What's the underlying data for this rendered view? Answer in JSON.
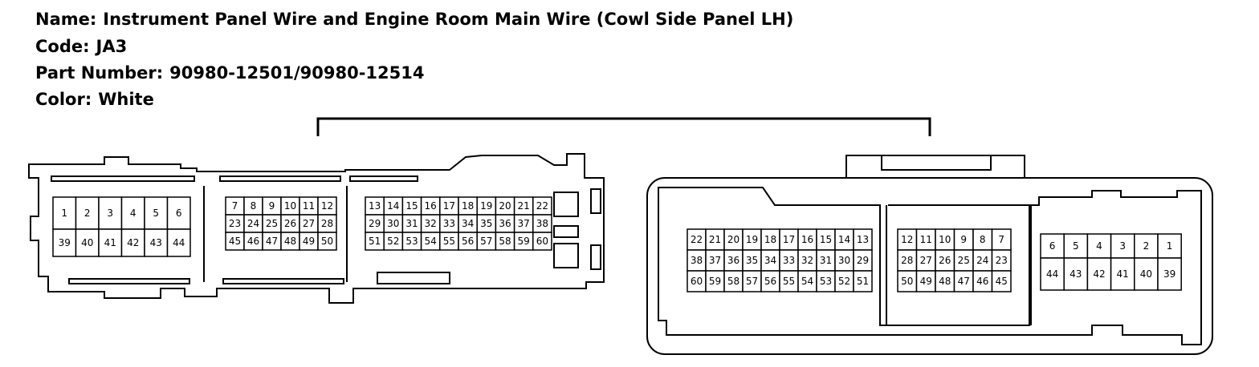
{
  "header": {
    "name_label": "Name:",
    "name_value": "Instrument Panel Wire and Engine Room Main Wire (Cowl Side Panel LH)",
    "code_label": "Code:",
    "code_value": "JA3",
    "part_label": "Part Number:",
    "part_value": "90980-12501/90980-12514",
    "color_label": "Color:",
    "color_value": "White"
  },
  "left_connector": {
    "block_a": {
      "rows": [
        [
          "1",
          "2",
          "3",
          "4",
          "5",
          "6"
        ],
        [
          "39",
          "40",
          "41",
          "42",
          "43",
          "44"
        ]
      ]
    },
    "block_b": {
      "rows": [
        [
          "7",
          "8",
          "9",
          "10",
          "11",
          "12"
        ],
        [
          "23",
          "24",
          "25",
          "26",
          "27",
          "28"
        ],
        [
          "45",
          "46",
          "47",
          "48",
          "49",
          "50"
        ]
      ]
    },
    "block_c": {
      "rows": [
        [
          "13",
          "14",
          "15",
          "16",
          "17",
          "18",
          "19",
          "20",
          "21",
          "22"
        ],
        [
          "29",
          "30",
          "31",
          "32",
          "33",
          "34",
          "35",
          "36",
          "37",
          "38"
        ],
        [
          "51",
          "52",
          "53",
          "54",
          "55",
          "56",
          "57",
          "58",
          "59",
          "60"
        ]
      ]
    }
  },
  "right_connector": {
    "block_a": {
      "rows": [
        [
          "22",
          "21",
          "20",
          "19",
          "18",
          "17",
          "16",
          "15",
          "14",
          "13"
        ],
        [
          "38",
          "37",
          "36",
          "35",
          "34",
          "33",
          "32",
          "31",
          "30",
          "29"
        ],
        [
          "60",
          "59",
          "58",
          "57",
          "56",
          "55",
          "54",
          "53",
          "52",
          "51"
        ]
      ]
    },
    "block_b": {
      "rows": [
        [
          "12",
          "11",
          "10",
          "9",
          "8",
          "7"
        ],
        [
          "28",
          "27",
          "26",
          "25",
          "24",
          "23"
        ],
        [
          "50",
          "49",
          "48",
          "47",
          "46",
          "45"
        ]
      ]
    },
    "block_c": {
      "rows": [
        [
          "6",
          "5",
          "4",
          "3",
          "2",
          "1"
        ],
        [
          "44",
          "43",
          "42",
          "41",
          "40",
          "39"
        ]
      ]
    }
  }
}
